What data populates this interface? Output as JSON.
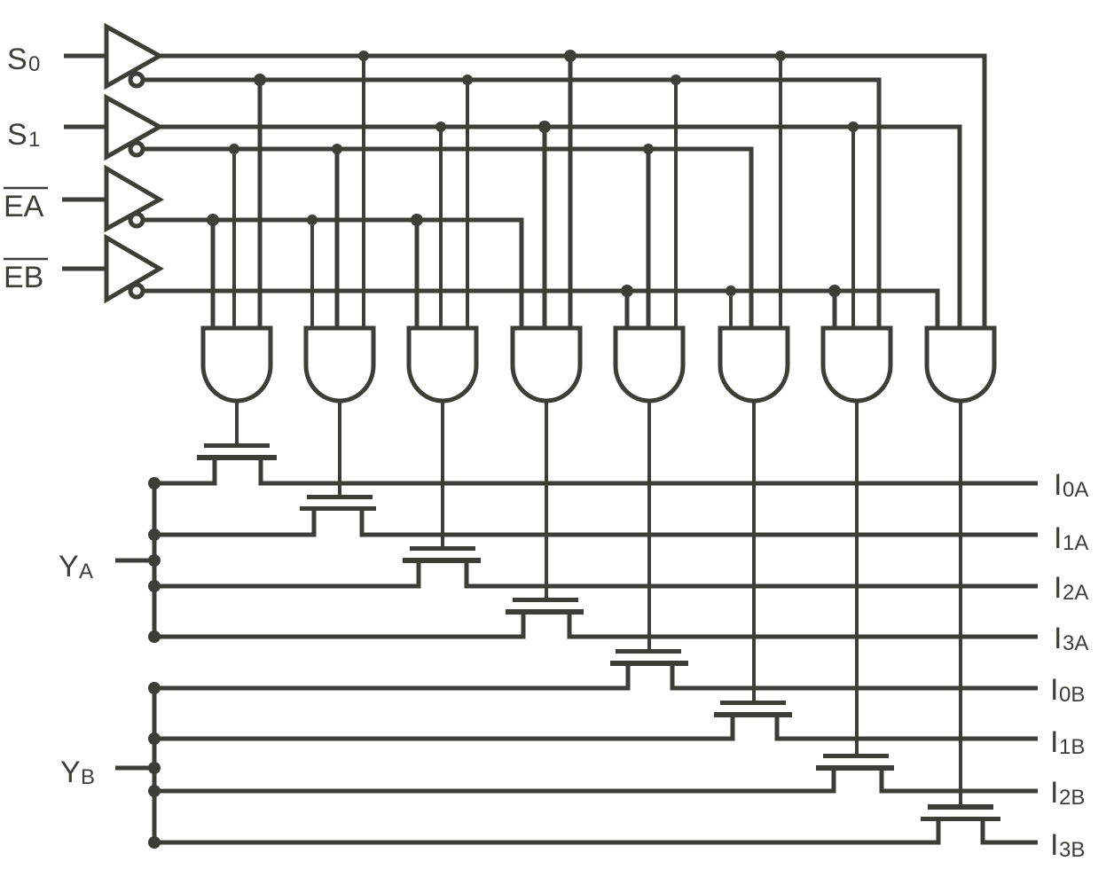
{
  "diagram": {
    "type": "dual 4-to-1 analog multiplexer logic diagram",
    "colors": {
      "line": "#3e3e38",
      "background": "#ffffff"
    },
    "inputs": [
      {
        "id": "S0",
        "main": "S",
        "sub": "0",
        "overbar": false
      },
      {
        "id": "S1",
        "main": "S",
        "sub": "1",
        "overbar": false
      },
      {
        "id": "EA",
        "main": "EA",
        "sub": "",
        "overbar": true
      },
      {
        "id": "EB",
        "main": "EB",
        "sub": "",
        "overbar": true
      }
    ],
    "outputs": [
      {
        "id": "YA",
        "main": "Y",
        "sub": "A"
      },
      {
        "id": "YB",
        "main": "Y",
        "sub": "B"
      }
    ],
    "channels": [
      {
        "id": "I0A",
        "main": "I",
        "sub": "0A"
      },
      {
        "id": "I1A",
        "main": "I",
        "sub": "1A"
      },
      {
        "id": "I2A",
        "main": "I",
        "sub": "2A"
      },
      {
        "id": "I3A",
        "main": "I",
        "sub": "3A"
      },
      {
        "id": "I0B",
        "main": "I",
        "sub": "0B"
      },
      {
        "id": "I1B",
        "main": "I",
        "sub": "1B"
      },
      {
        "id": "I2B",
        "main": "I",
        "sub": "2B"
      },
      {
        "id": "I3B",
        "main": "I",
        "sub": "3B"
      }
    ],
    "buffers": 4,
    "and_gates": 8,
    "transmission_switches": 8
  }
}
